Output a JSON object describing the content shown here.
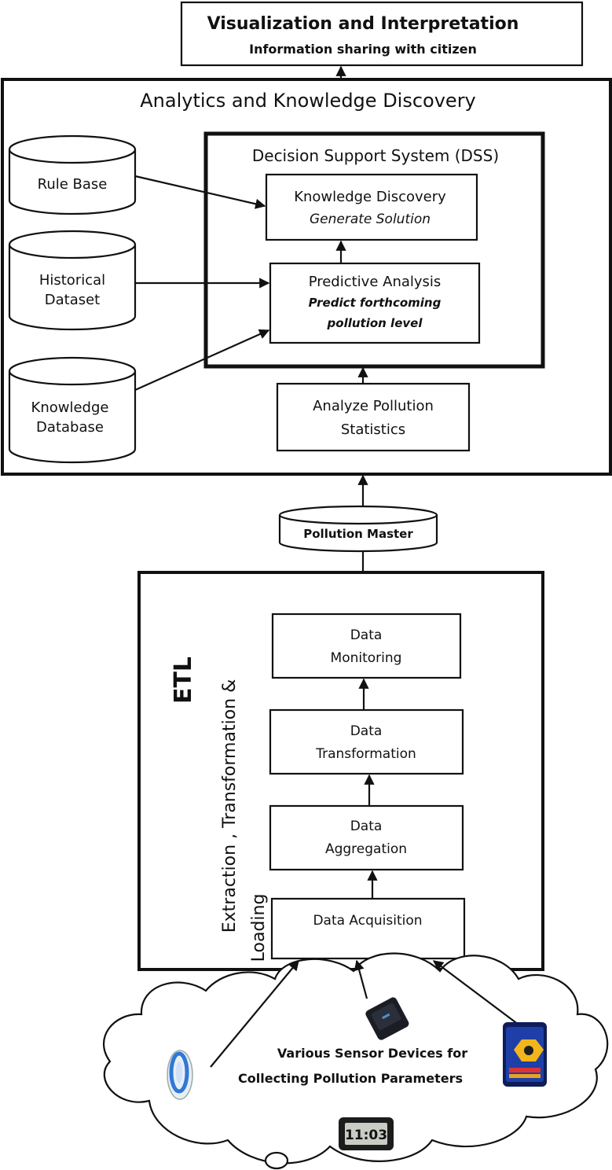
{
  "top_box": {
    "title": "Visualization and Interpretation",
    "subtitle": "Information sharing with citizen"
  },
  "analytics": {
    "title": "Analytics and  Knowledge Discovery",
    "dss_title": "Decision Support System (DSS)",
    "knowledge_discovery": {
      "title": "Knowledge Discovery",
      "subtitle": "Generate Solution"
    },
    "predictive_analysis": {
      "title": "Predictive Analysis",
      "subtitle_line1": "Predict forthcoming",
      "subtitle_line2": "pollution level"
    },
    "analyze_stats": {
      "line1": "Analyze Pollution",
      "line2": "Statistics"
    },
    "databases": {
      "rule_base": "Rule Base",
      "historical_line1": "Historical",
      "historical_line2": "Dataset",
      "knowledge_line1": "Knowledge",
      "knowledge_line2": "Database"
    }
  },
  "pollution_master": "Pollution Master",
  "etl": {
    "title": "ETL",
    "side_line1": "Extraction , Transformation &",
    "side_line2": "Loading",
    "monitoring": {
      "line1": "Data",
      "line2": "Monitoring"
    },
    "transformation": {
      "line1": "Data",
      "line2": "Transformation"
    },
    "aggregation": {
      "line1": "Data",
      "line2": "Aggregation"
    },
    "acquisition": "Data Acquisition"
  },
  "sensors": {
    "line1": "Various Sensor Devices for",
    "line2": "Collecting Pollution Parameters",
    "clock_display": "11:03"
  },
  "colors": {
    "stroke": "#111111",
    "sensor_blue": "#2f78d6",
    "device_dark": "#1c1c24",
    "phone_blue": "#1e3fa8",
    "phone_yellow": "#f2b51b"
  }
}
